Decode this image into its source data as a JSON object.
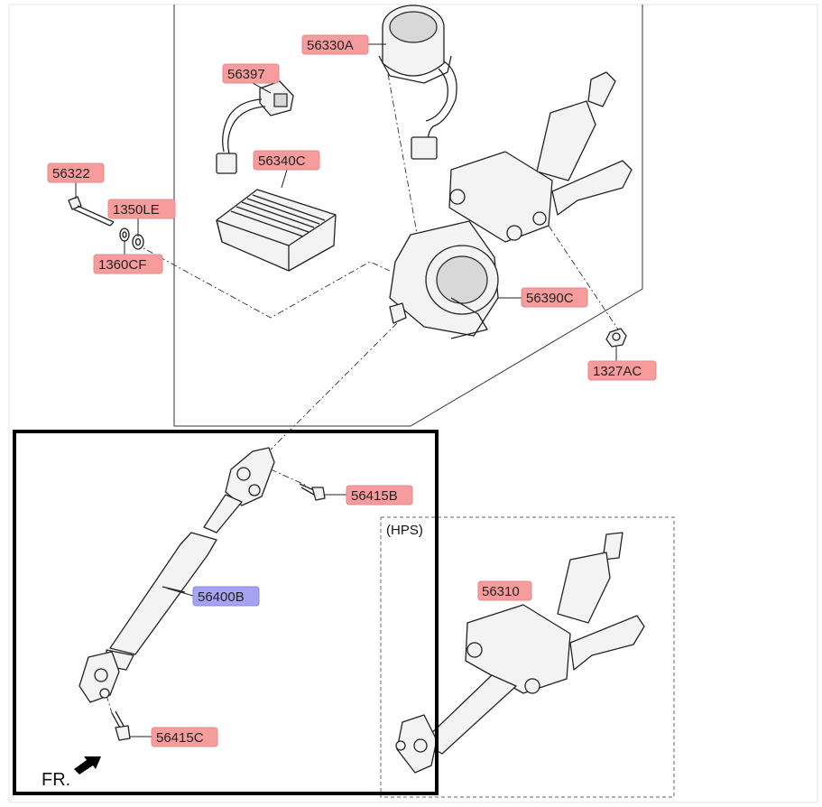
{
  "parts": {
    "p56330A": "56330A",
    "p56397": "56397",
    "p56340C": "56340C",
    "p56322": "56322",
    "p1350LE": "1350LE",
    "p1360CF": "1360CF",
    "p56390C": "56390C",
    "p1327AC": "1327AC",
    "p56415B": "56415B",
    "p56400B": "56400B",
    "p56310": "56310",
    "p56415C": "56415C"
  },
  "annotations": {
    "hps": "(HPS)",
    "front": "FR."
  },
  "colors": {
    "label_fill": "#f79c9c",
    "label_highlight_fill": "#a6a3f2",
    "selection_border": "#000000"
  },
  "selected_part": "56400B"
}
